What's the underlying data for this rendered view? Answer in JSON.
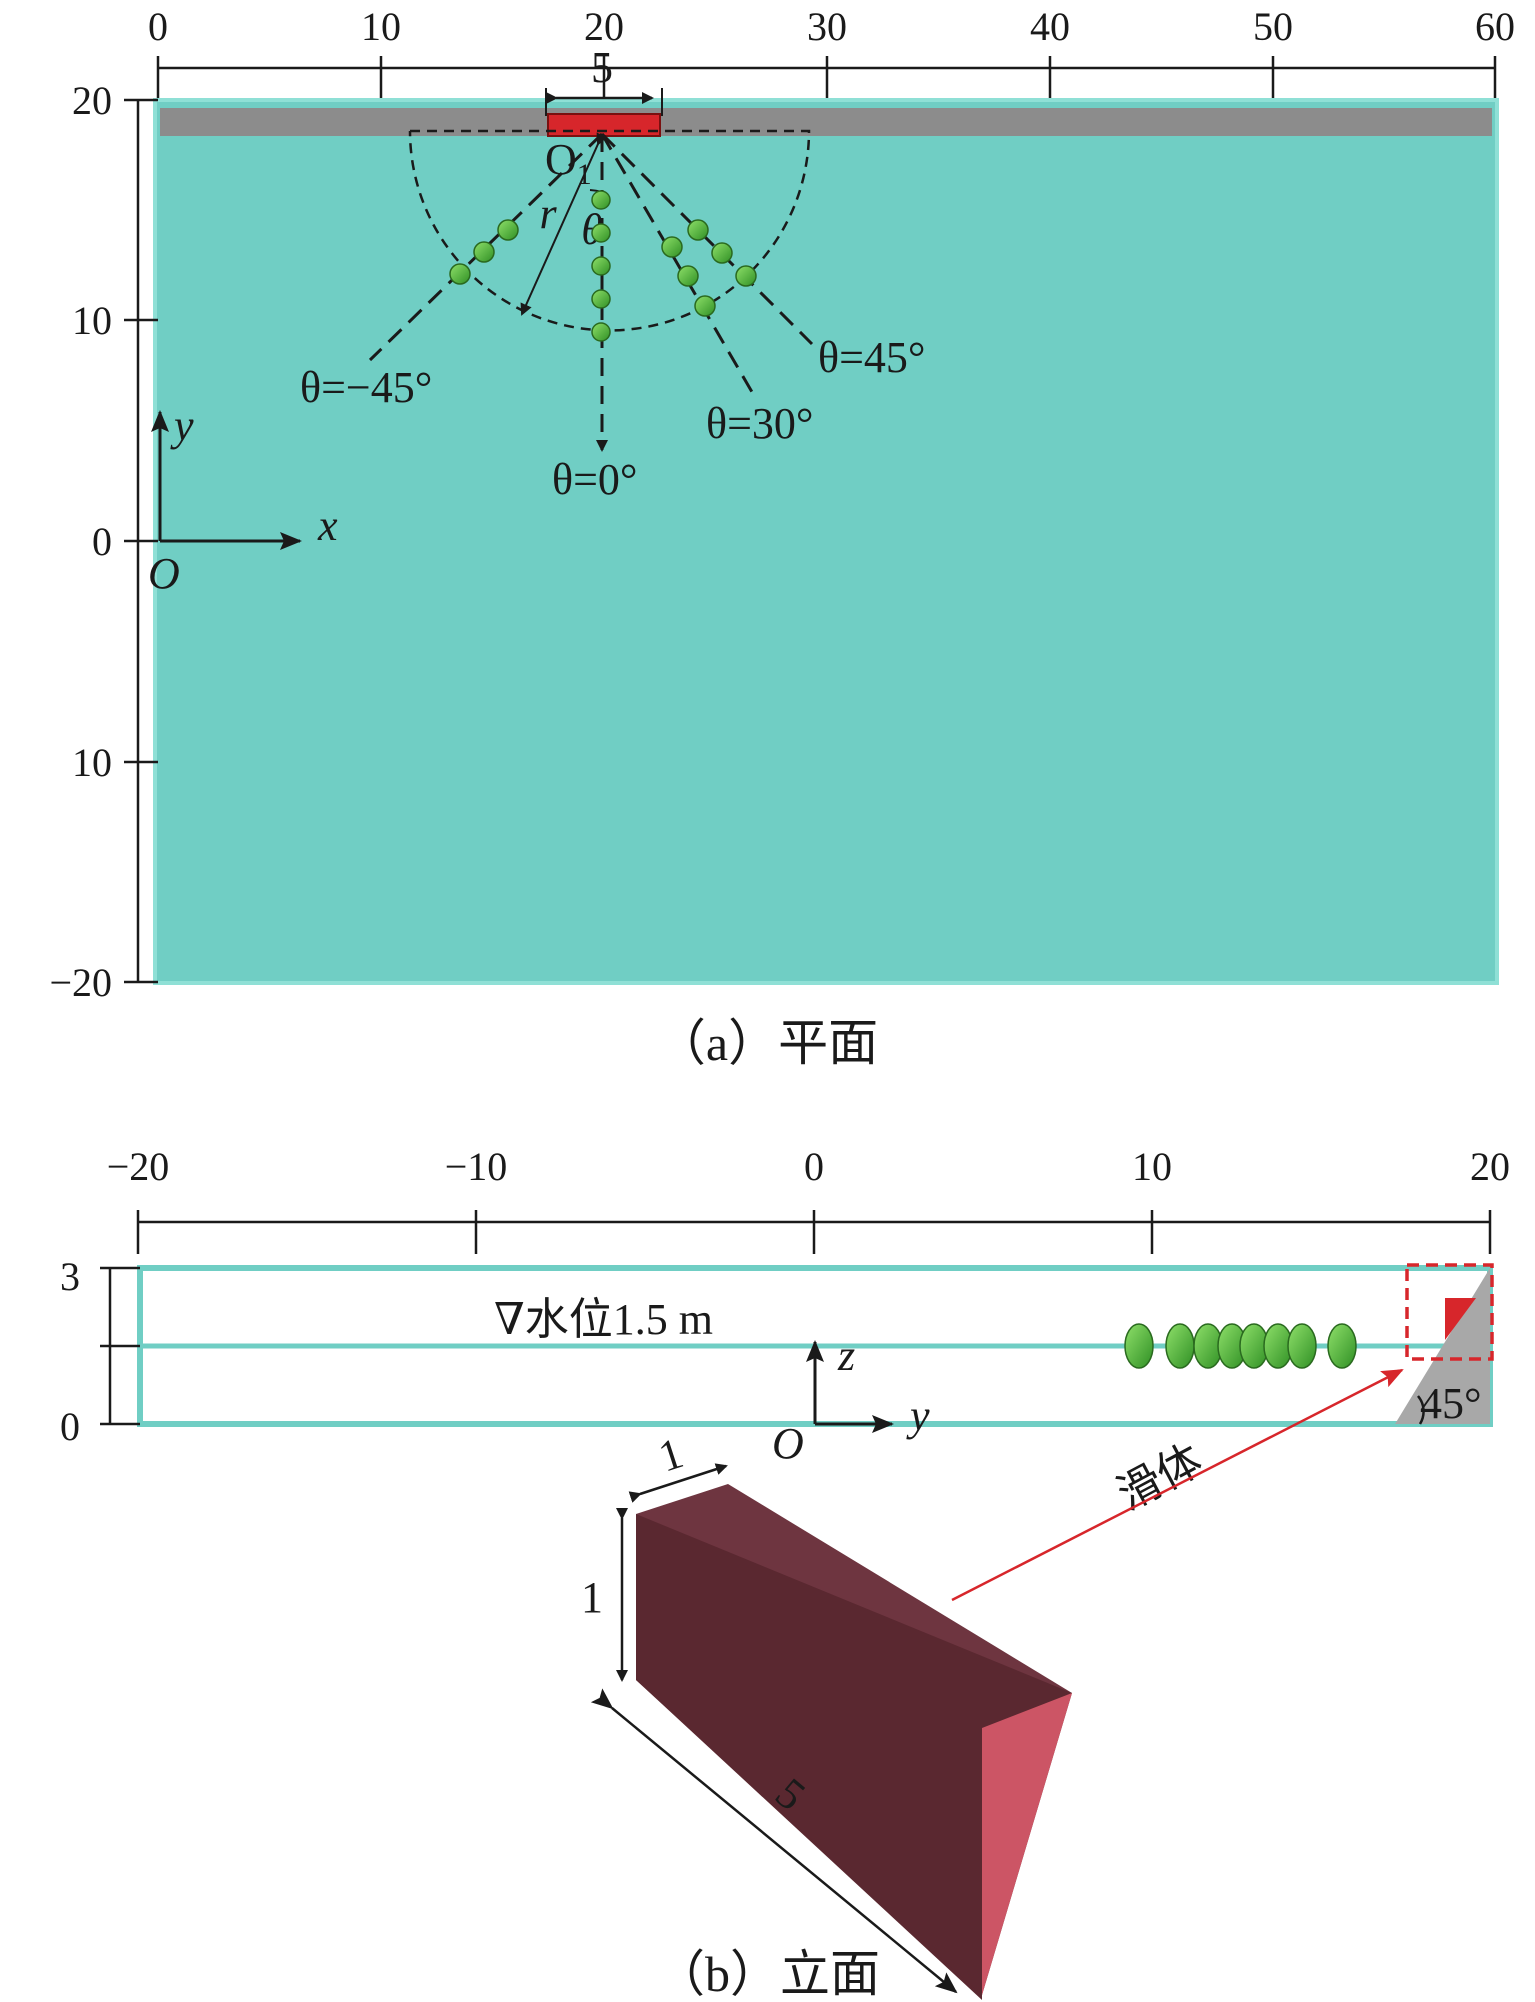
{
  "plan": {
    "top_ticks": [
      "0",
      "10",
      "20",
      "30",
      "40",
      "50",
      "60"
    ],
    "left_ticks": [
      "20",
      "10",
      "0",
      "10",
      "−20"
    ],
    "dim_width": "5",
    "origin_o1": "O",
    "origin_o1_sub": "1",
    "radius_label": "r",
    "theta_label": "θ",
    "angle_labels": [
      "θ=−45°",
      "θ=0°",
      "θ=30°",
      "θ=45°"
    ],
    "axis_y": "y",
    "axis_x": "x",
    "origin": "O",
    "caption": "（a）平面"
  },
  "elevation": {
    "top_ticks": [
      "−20",
      "−10",
      "0",
      "10",
      "20"
    ],
    "left_ticks": [
      "3",
      "0"
    ],
    "water_label": "∇水位1.5 m",
    "axis_z": "z",
    "axis_y": "y",
    "origin": "O",
    "slope_angle": "45°",
    "slide_label": "滑体",
    "block_dim_top": "1",
    "block_dim_side": "1",
    "block_dim_length": "5",
    "caption": "（b）立面"
  },
  "colors": {
    "water": "#70cec4",
    "slide_strip": "#8c8c8c",
    "slide_red": "#d7262b",
    "gauge_green": "#4fbf3a",
    "block_front": "#5a2830",
    "block_top": "#6e3540",
    "block_end": "#cc5565"
  }
}
